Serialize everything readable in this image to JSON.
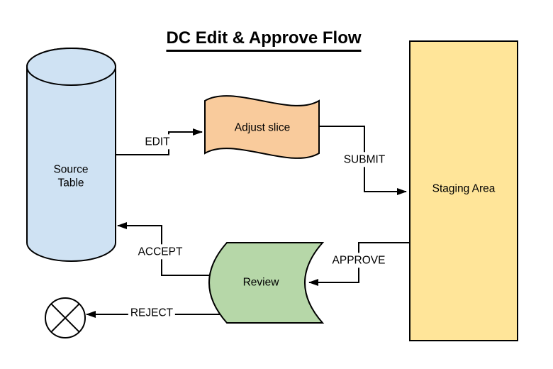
{
  "title": "DC Edit & Approve Flow",
  "colors": {
    "cylinder_fill": "#cfe2f3",
    "tape_fill": "#f9cb9c",
    "staging_fill": "#ffe599",
    "review_fill": "#b6d7a8",
    "terminator_fill": "#ffffff",
    "stroke": "#000000",
    "background": "#ffffff"
  },
  "nodes": {
    "source_table": {
      "label": "Source Table",
      "shape": "cylinder"
    },
    "adjust_slice": {
      "label": "Adjust slice",
      "shape": "tape"
    },
    "staging_area": {
      "label": "Staging Area",
      "shape": "rectangle"
    },
    "review": {
      "label": "Review",
      "shape": "stored-data"
    },
    "terminator": {
      "icon": "crossed-circle-icon",
      "shape": "summing-junction"
    }
  },
  "edges": {
    "edit": {
      "label": "EDIT",
      "from": "source_table",
      "to": "adjust_slice"
    },
    "submit": {
      "label": "SUBMIT",
      "from": "adjust_slice",
      "to": "staging_area"
    },
    "approve": {
      "label": "APPROVE",
      "from": "staging_area",
      "to": "review"
    },
    "accept": {
      "label": "ACCEPT",
      "from": "review",
      "to": "source_table"
    },
    "reject": {
      "label": "REJECT",
      "from": "review",
      "to": "terminator"
    }
  }
}
